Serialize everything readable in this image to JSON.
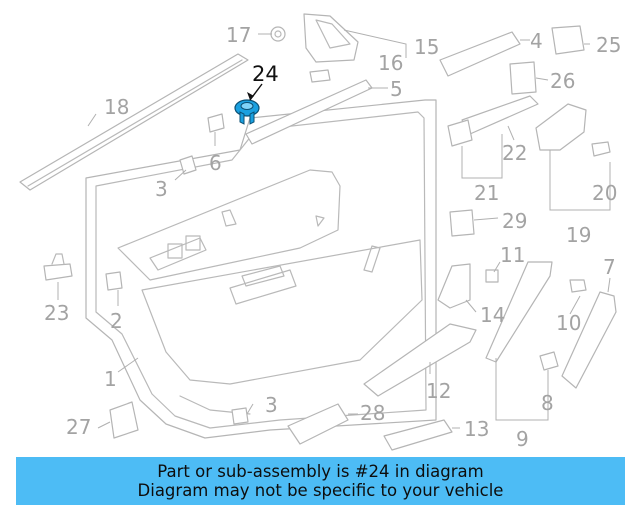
{
  "part_labels": [
    "1",
    "2",
    "3",
    "3",
    "4",
    "5",
    "6",
    "7",
    "8",
    "9",
    "10",
    "11",
    "12",
    "13",
    "14",
    "15",
    "16",
    "17",
    "18",
    "19",
    "20",
    "21",
    "22",
    "23",
    "24",
    "25",
    "26",
    "27",
    "28",
    "29"
  ],
  "highlighted_part": "24",
  "colors": {
    "banner_background": "#4dbcf5",
    "highlight_part": "#1aa0e0",
    "linework": "#b9b9b9"
  },
  "banner": {
    "line1": "Part or sub-assembly is #24 in diagram",
    "line2": "Diagram may not be specific to your vehicle"
  }
}
